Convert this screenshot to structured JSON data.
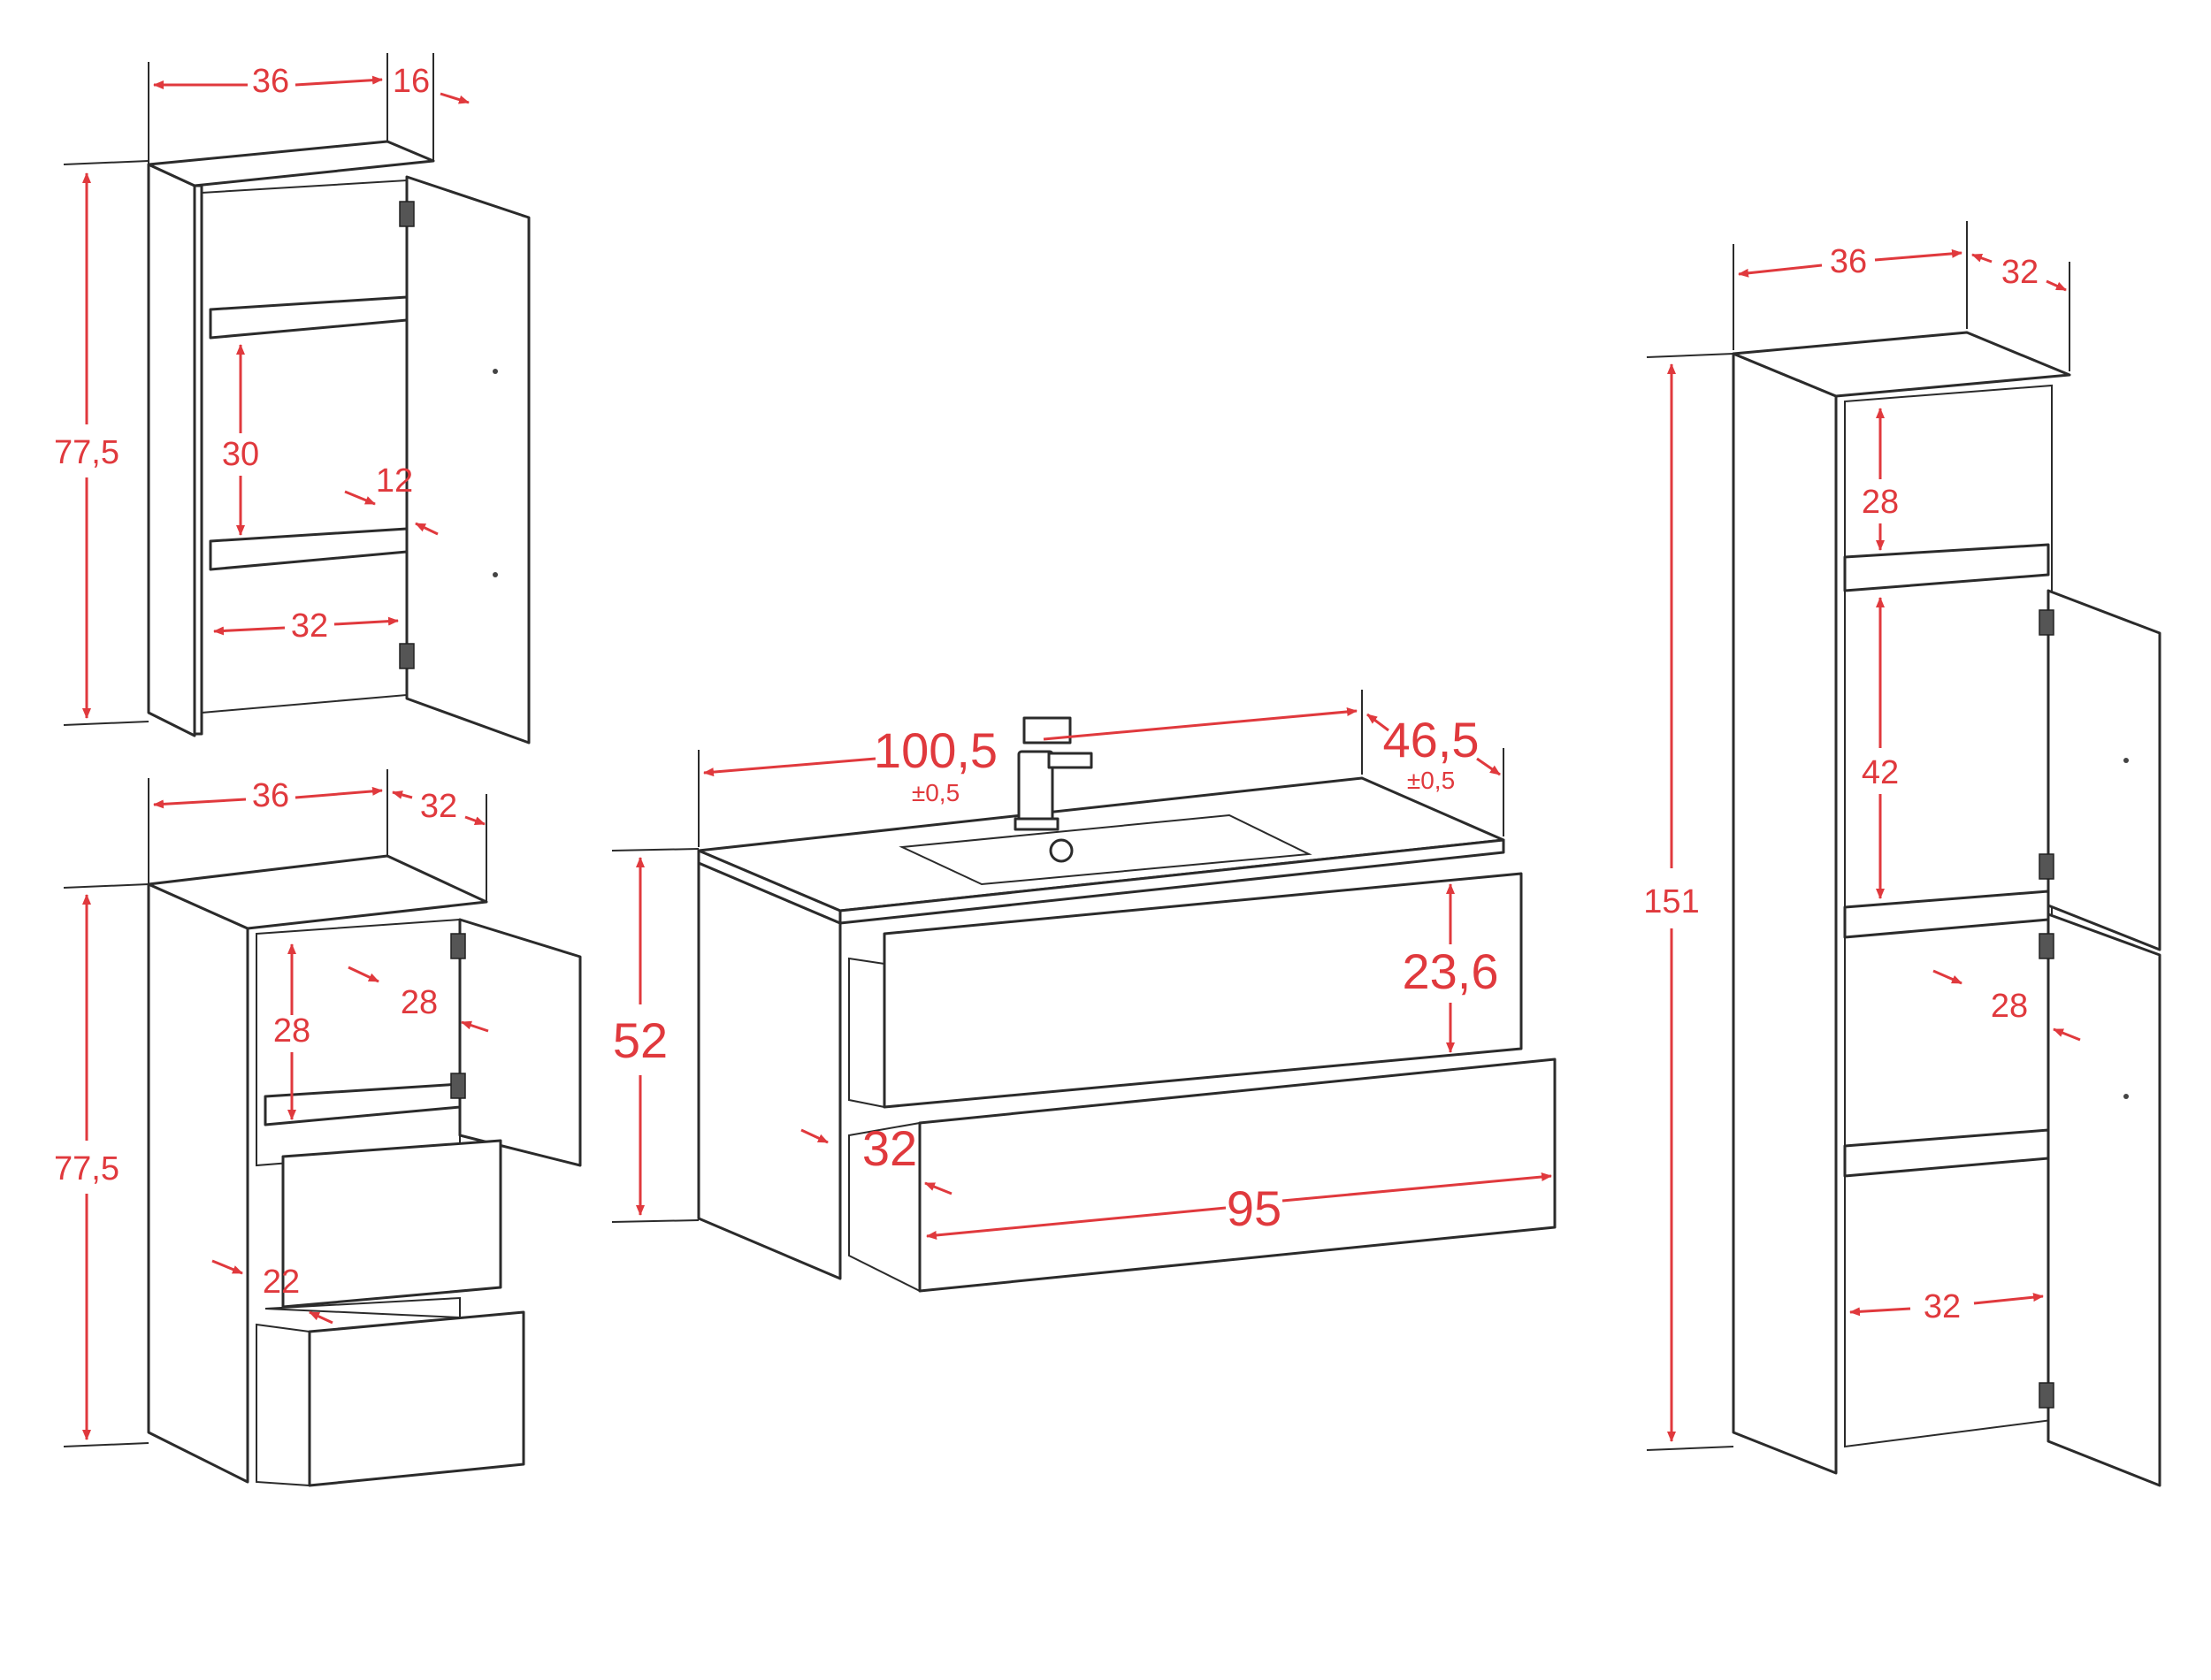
{
  "colors": {
    "dimension": "#e0393d",
    "outline": "#2b2b2b"
  },
  "wall_cabinet": {
    "width": "36",
    "depth": "16",
    "height": "77,5",
    "shelf_spacing": "30",
    "shelf_thickness": "12",
    "inner_width": "32"
  },
  "base_cabinet": {
    "width": "36",
    "depth": "32",
    "height": "77,5",
    "shelf_height": "28",
    "door_depth": "28",
    "drawer_height": "22"
  },
  "vanity": {
    "width": "100,5",
    "width_tolerance": "±0,5",
    "depth": "46,5",
    "depth_tolerance": "±0,5",
    "height": "52",
    "drawer_front_height": "23,6",
    "drawer_inner_depth": "32",
    "drawer_width": "95"
  },
  "tall_cabinet": {
    "width": "36",
    "depth": "32",
    "height": "151",
    "top_compartment": "28",
    "middle_compartment": "42",
    "door_depth": "28",
    "inner_width": "32"
  }
}
